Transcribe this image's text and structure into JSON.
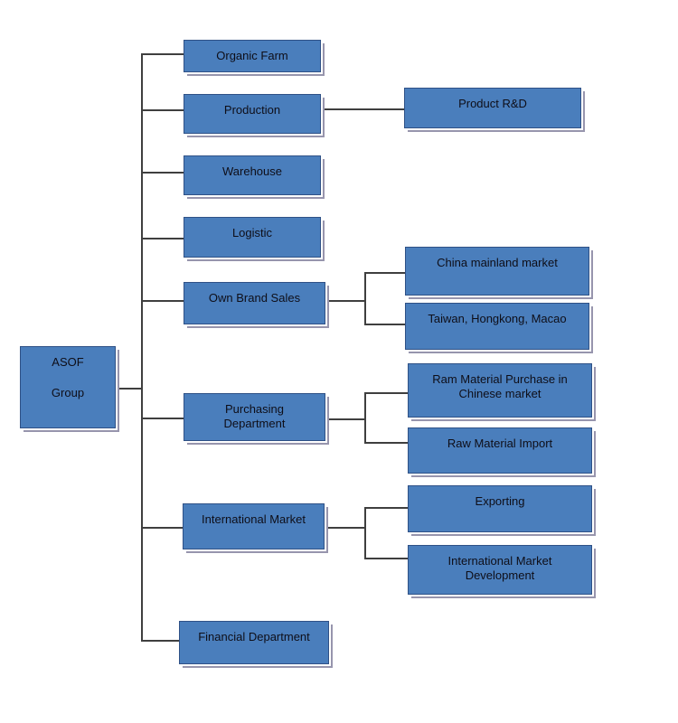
{
  "diagram": {
    "type": "org-chart",
    "root": {
      "label": "ASOF\n\nGroup"
    },
    "nodes": {
      "organic_farm": {
        "label": "Organic Farm"
      },
      "production": {
        "label": "Production"
      },
      "warehouse": {
        "label": "Warehouse"
      },
      "logistic": {
        "label": "Logistic"
      },
      "own_brand_sales": {
        "label": "Own Brand Sales"
      },
      "purchasing_department": {
        "label": "Purchasing\nDepartment"
      },
      "international_market": {
        "label": "International Market"
      },
      "financial_department": {
        "label": "Financial Department"
      },
      "product_rd": {
        "label": "Product R&D"
      },
      "china_mainland_market": {
        "label": "China mainland market"
      },
      "taiwan_hongkong_macao": {
        "label": "Taiwan, Hongkong, Macao"
      },
      "ram_material_purchase": {
        "label": "Ram Material Purchase in\nChinese market"
      },
      "raw_material_import": {
        "label": "Raw Material Import"
      },
      "exporting": {
        "label": "Exporting"
      },
      "international_market_development": {
        "label": "International Market\nDevelopment"
      }
    },
    "hierarchy": {
      "ASOF Group": [
        "Organic Farm",
        "Production",
        "Warehouse",
        "Logistic",
        "Own Brand Sales",
        "Purchasing Department",
        "International Market",
        "Financial Department"
      ],
      "Production": [
        "Product R&D"
      ],
      "Own Brand Sales": [
        "China mainland market",
        "Taiwan, Hongkong, Macao"
      ],
      "Purchasing Department": [
        "Ram Material Purchase in Chinese market",
        "Raw Material Import"
      ],
      "International Market": [
        "Exporting",
        "International Market Development"
      ]
    },
    "colors": {
      "box_fill": "#4a7ebc",
      "box_border": "#2f5186",
      "box_shadow": "#9795ad",
      "connector": "#3f3f3f",
      "text": "#0e0e18",
      "background": "#ffffff"
    }
  }
}
